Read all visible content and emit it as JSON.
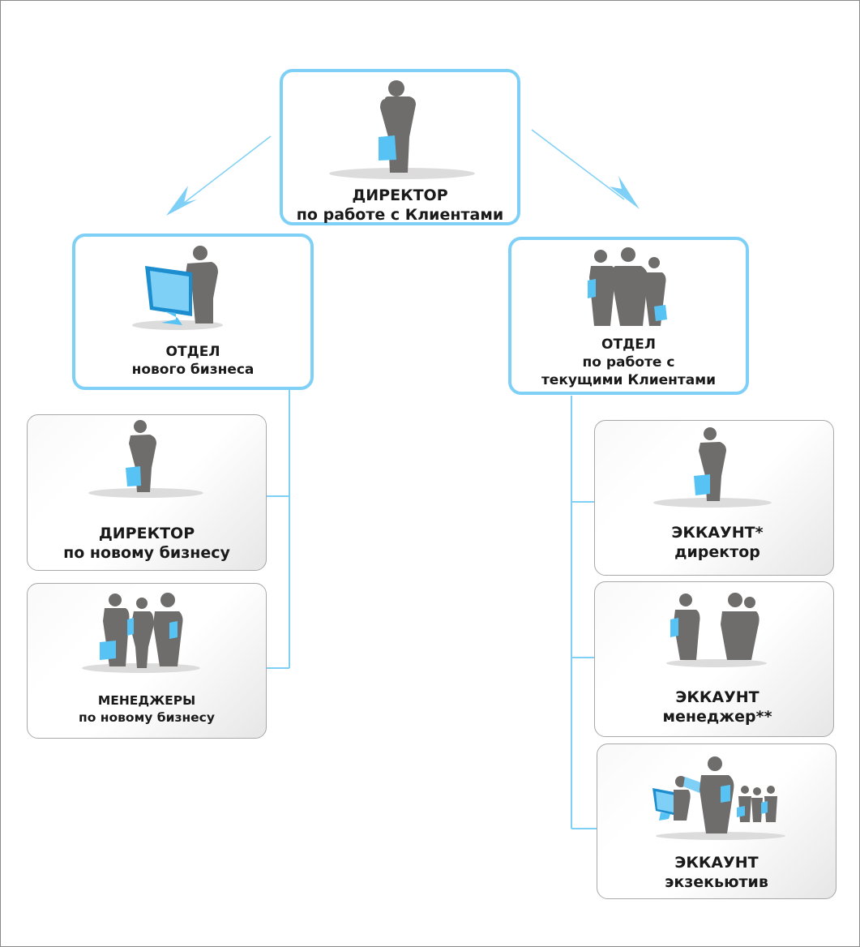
{
  "nodes": {
    "director_clients": {
      "line1": "ДИРЕКТОР",
      "line2": "по работе с Клиентами"
    },
    "dept_new_business": {
      "line1": "ОТДЕЛ",
      "line2": "нового бизнеса"
    },
    "dept_current_clients": {
      "line1": "ОТДЕЛ",
      "line2": "по работе с",
      "line3": "текущими Клиентами"
    },
    "director_new_business": {
      "line1": "ДИРЕКТОР",
      "line2": "по новому бизнесу"
    },
    "managers_new_business": {
      "line1": "МЕНЕДЖЕРЫ",
      "line2": "по новому бизнесу"
    },
    "account_director": {
      "line1": "ЭККАУНТ*",
      "line2": "директор"
    },
    "account_manager": {
      "line1": "ЭККАУНТ",
      "line2": "менеджер**"
    },
    "account_executive": {
      "line1": "ЭККАУНТ",
      "line2": "экзекьютив"
    }
  },
  "colors": {
    "accent_blue": "#7fd0f7",
    "figure_grey": "#6e6d6b",
    "folder_blue": "#57c3f5",
    "frame_grey": "#a8a8a8"
  },
  "icons": {
    "director_clients": "person-with-folder-icon",
    "dept_new_business": "person-with-monitor-icon",
    "dept_current_clients": "group-of-three-icon",
    "director_new_business": "person-with-folder-icon",
    "managers_new_business": "team-icon",
    "account_director": "person-with-folder-icon",
    "account_manager": "two-people-icon",
    "account_executive": "office-team-icon"
  }
}
